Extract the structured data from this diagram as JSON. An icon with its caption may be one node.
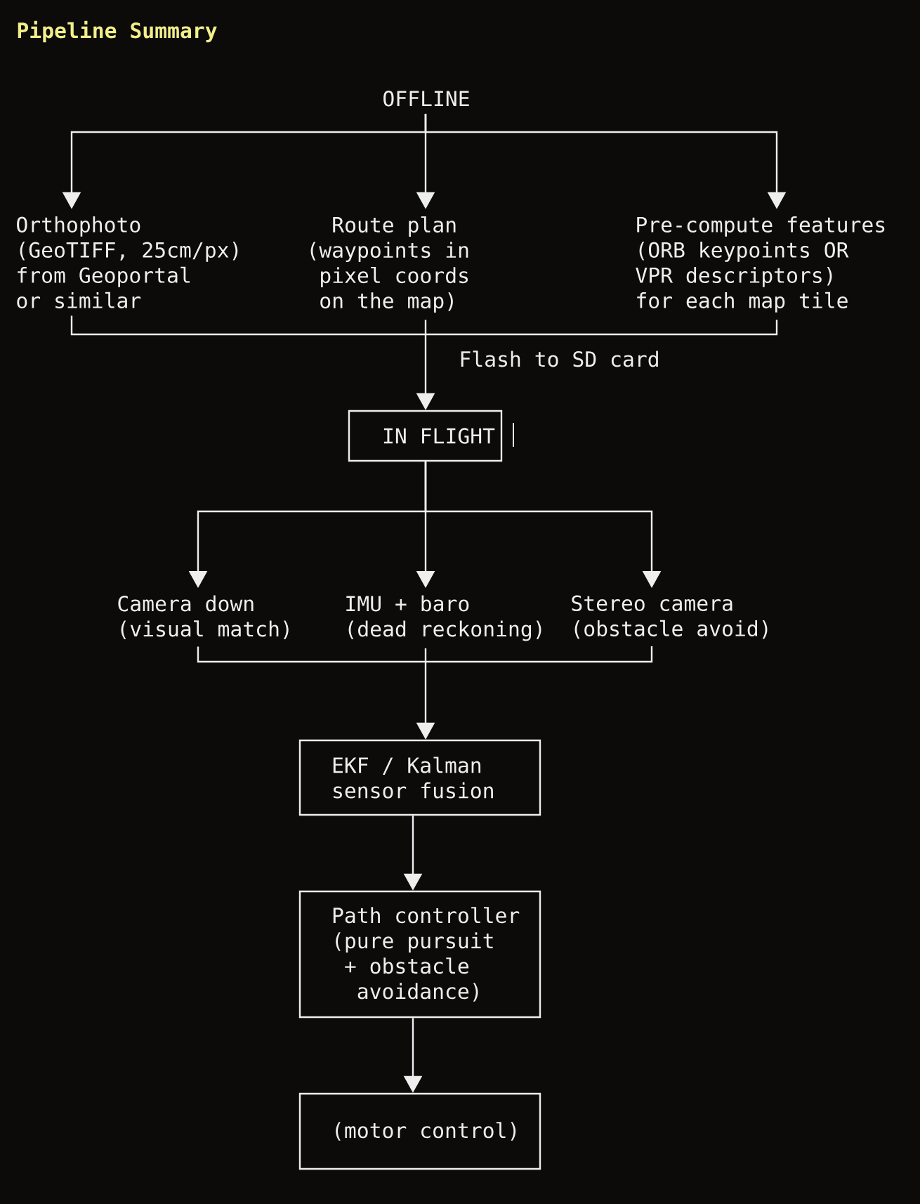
{
  "diagram": {
    "title": "Pipeline Summary",
    "nodes": [
      {
        "text": [
          "OFFLINE"
        ]
      },
      {
        "text": [
          "Orthophoto (GeoTIFF, 25cm/px) from Geoportal or similar"
        ]
      },
      {
        "text": [
          "Route plan (waypoints in pixel coords on the map)"
        ]
      },
      {
        "text": [
          "Pre-compute features (ORB keypoints OR VPR descriptors) for each map tile"
        ]
      },
      {
        "text": [
          "IN FLIGHT"
        ]
      },
      {
        "text": [
          "Camera down (visual match)"
        ]
      },
      {
        "text": [
          "IMU + baro (dead reckoning)"
        ]
      },
      {
        "text": [
          "Stereo camera (obstacle avoid)"
        ]
      },
      {
        "text": [
          "EKF / Kalman sensor fusion"
        ]
      },
      {
        "text": [
          "Path controller (pure pursuit + obstacle avoidance)"
        ]
      },
      {
        "text": [
          "(motor control)"
        ]
      }
    ],
    "edges": [
      {
        "from": 0,
        "to": 1,
        "arrow": "to"
      },
      {
        "from": 0,
        "to": 2,
        "arrow": "to"
      },
      {
        "from": 0,
        "to": 3,
        "arrow": "to"
      },
      {
        "from": 1,
        "to": 4,
        "arrow": "to"
      },
      {
        "from": 2,
        "to": 4,
        "arrow": "to",
        "label": "Flash to SD card"
      },
      {
        "from": 3,
        "to": 4,
        "arrow": "to"
      },
      {
        "from": 4,
        "to": 5,
        "arrow": "to"
      },
      {
        "from": 4,
        "to": 6,
        "arrow": "to"
      },
      {
        "from": 4,
        "to": 7,
        "arrow": "to"
      },
      {
        "from": 5,
        "to": 8,
        "arrow": "to"
      },
      {
        "from": 6,
        "to": 8,
        "arrow": "to"
      },
      {
        "from": 7,
        "to": 8,
        "arrow": "to"
      },
      {
        "from": 8,
        "to": 9,
        "arrow": "to"
      },
      {
        "from": 9,
        "to": 10,
        "arrow": "to"
      }
    ]
  }
}
